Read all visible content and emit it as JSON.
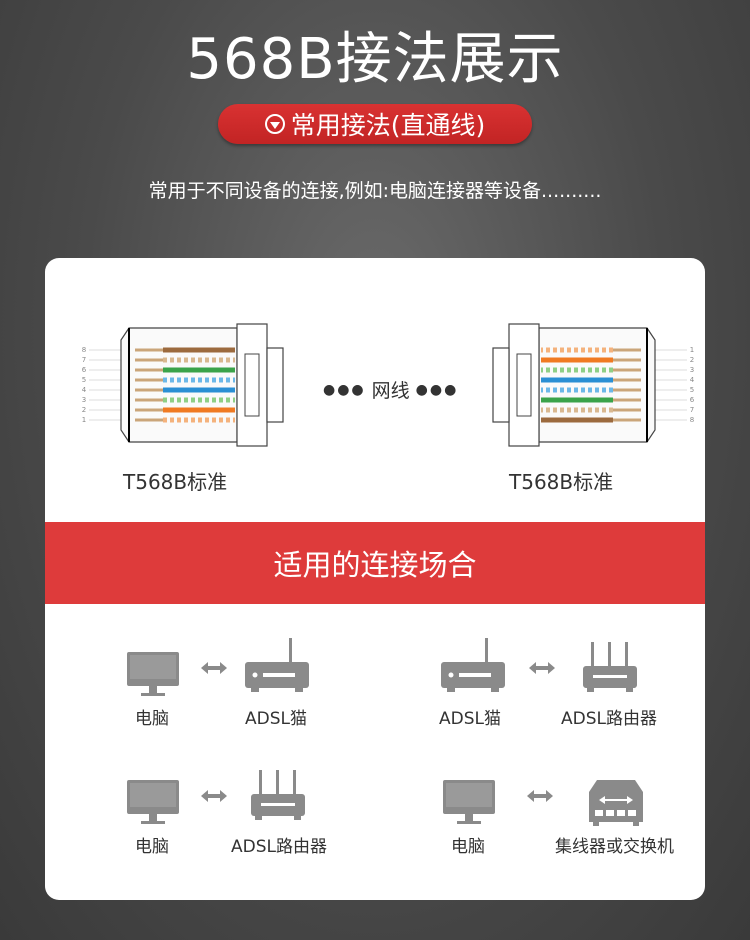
{
  "title": "568B接法展示",
  "badge": "常用接法(直通线)",
  "subtitle": "常用于不同设备的连接,例如:电脑连接器等设备..........",
  "diagram": {
    "left_standard": "T568B标准",
    "right_standard": "T568B标准",
    "cable_label": "网线",
    "pin_numbers_left": [
      "8",
      "7",
      "6",
      "5",
      "4",
      "3",
      "2",
      "1"
    ],
    "pin_numbers_right": [
      "1",
      "2",
      "3",
      "4",
      "5",
      "6",
      "7",
      "8"
    ]
  },
  "section_header": "适用的连接场合",
  "scenarios": [
    {
      "left": "电脑",
      "left_icon": "monitor-icon",
      "right": "ADSL猫",
      "right_icon": "modem-icon"
    },
    {
      "left": "ADSL猫",
      "left_icon": "modem-icon",
      "right": "ADSL路由器",
      "right_icon": "router-icon"
    },
    {
      "left": "电脑",
      "left_icon": "monitor-icon",
      "right": "ADSL路由器",
      "right_icon": "router-icon"
    },
    {
      "left": "电脑",
      "left_icon": "monitor-icon",
      "right": "集线器或交换机",
      "right_icon": "switch-icon"
    }
  ],
  "colors": {
    "accent_red": "#de3b3b",
    "icon_gray": "#8a8a8a"
  }
}
